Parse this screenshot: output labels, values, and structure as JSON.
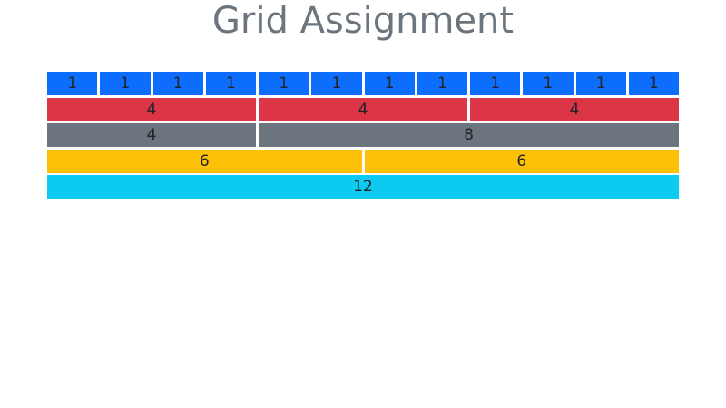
{
  "title": "Grid Assignment",
  "colors": {
    "row1": "#0d6efd",
    "row2": "#dc3545",
    "row3": "#6c757d",
    "row4": "#ffc107",
    "row5": "#0dcaf0"
  },
  "rows": [
    {
      "color": "#0d6efd",
      "cells": [
        "1",
        "1",
        "1",
        "1",
        "1",
        "1",
        "1",
        "1",
        "1",
        "1",
        "1",
        "1"
      ]
    },
    {
      "color": "#dc3545",
      "cells": [
        "4",
        "4",
        "4"
      ]
    },
    {
      "color": "#6c757d",
      "cells": [
        "4",
        "8"
      ]
    },
    {
      "color": "#ffc107",
      "cells": [
        "6",
        "6"
      ]
    },
    {
      "color": "#0dcaf0",
      "cells": [
        "12"
      ]
    }
  ]
}
